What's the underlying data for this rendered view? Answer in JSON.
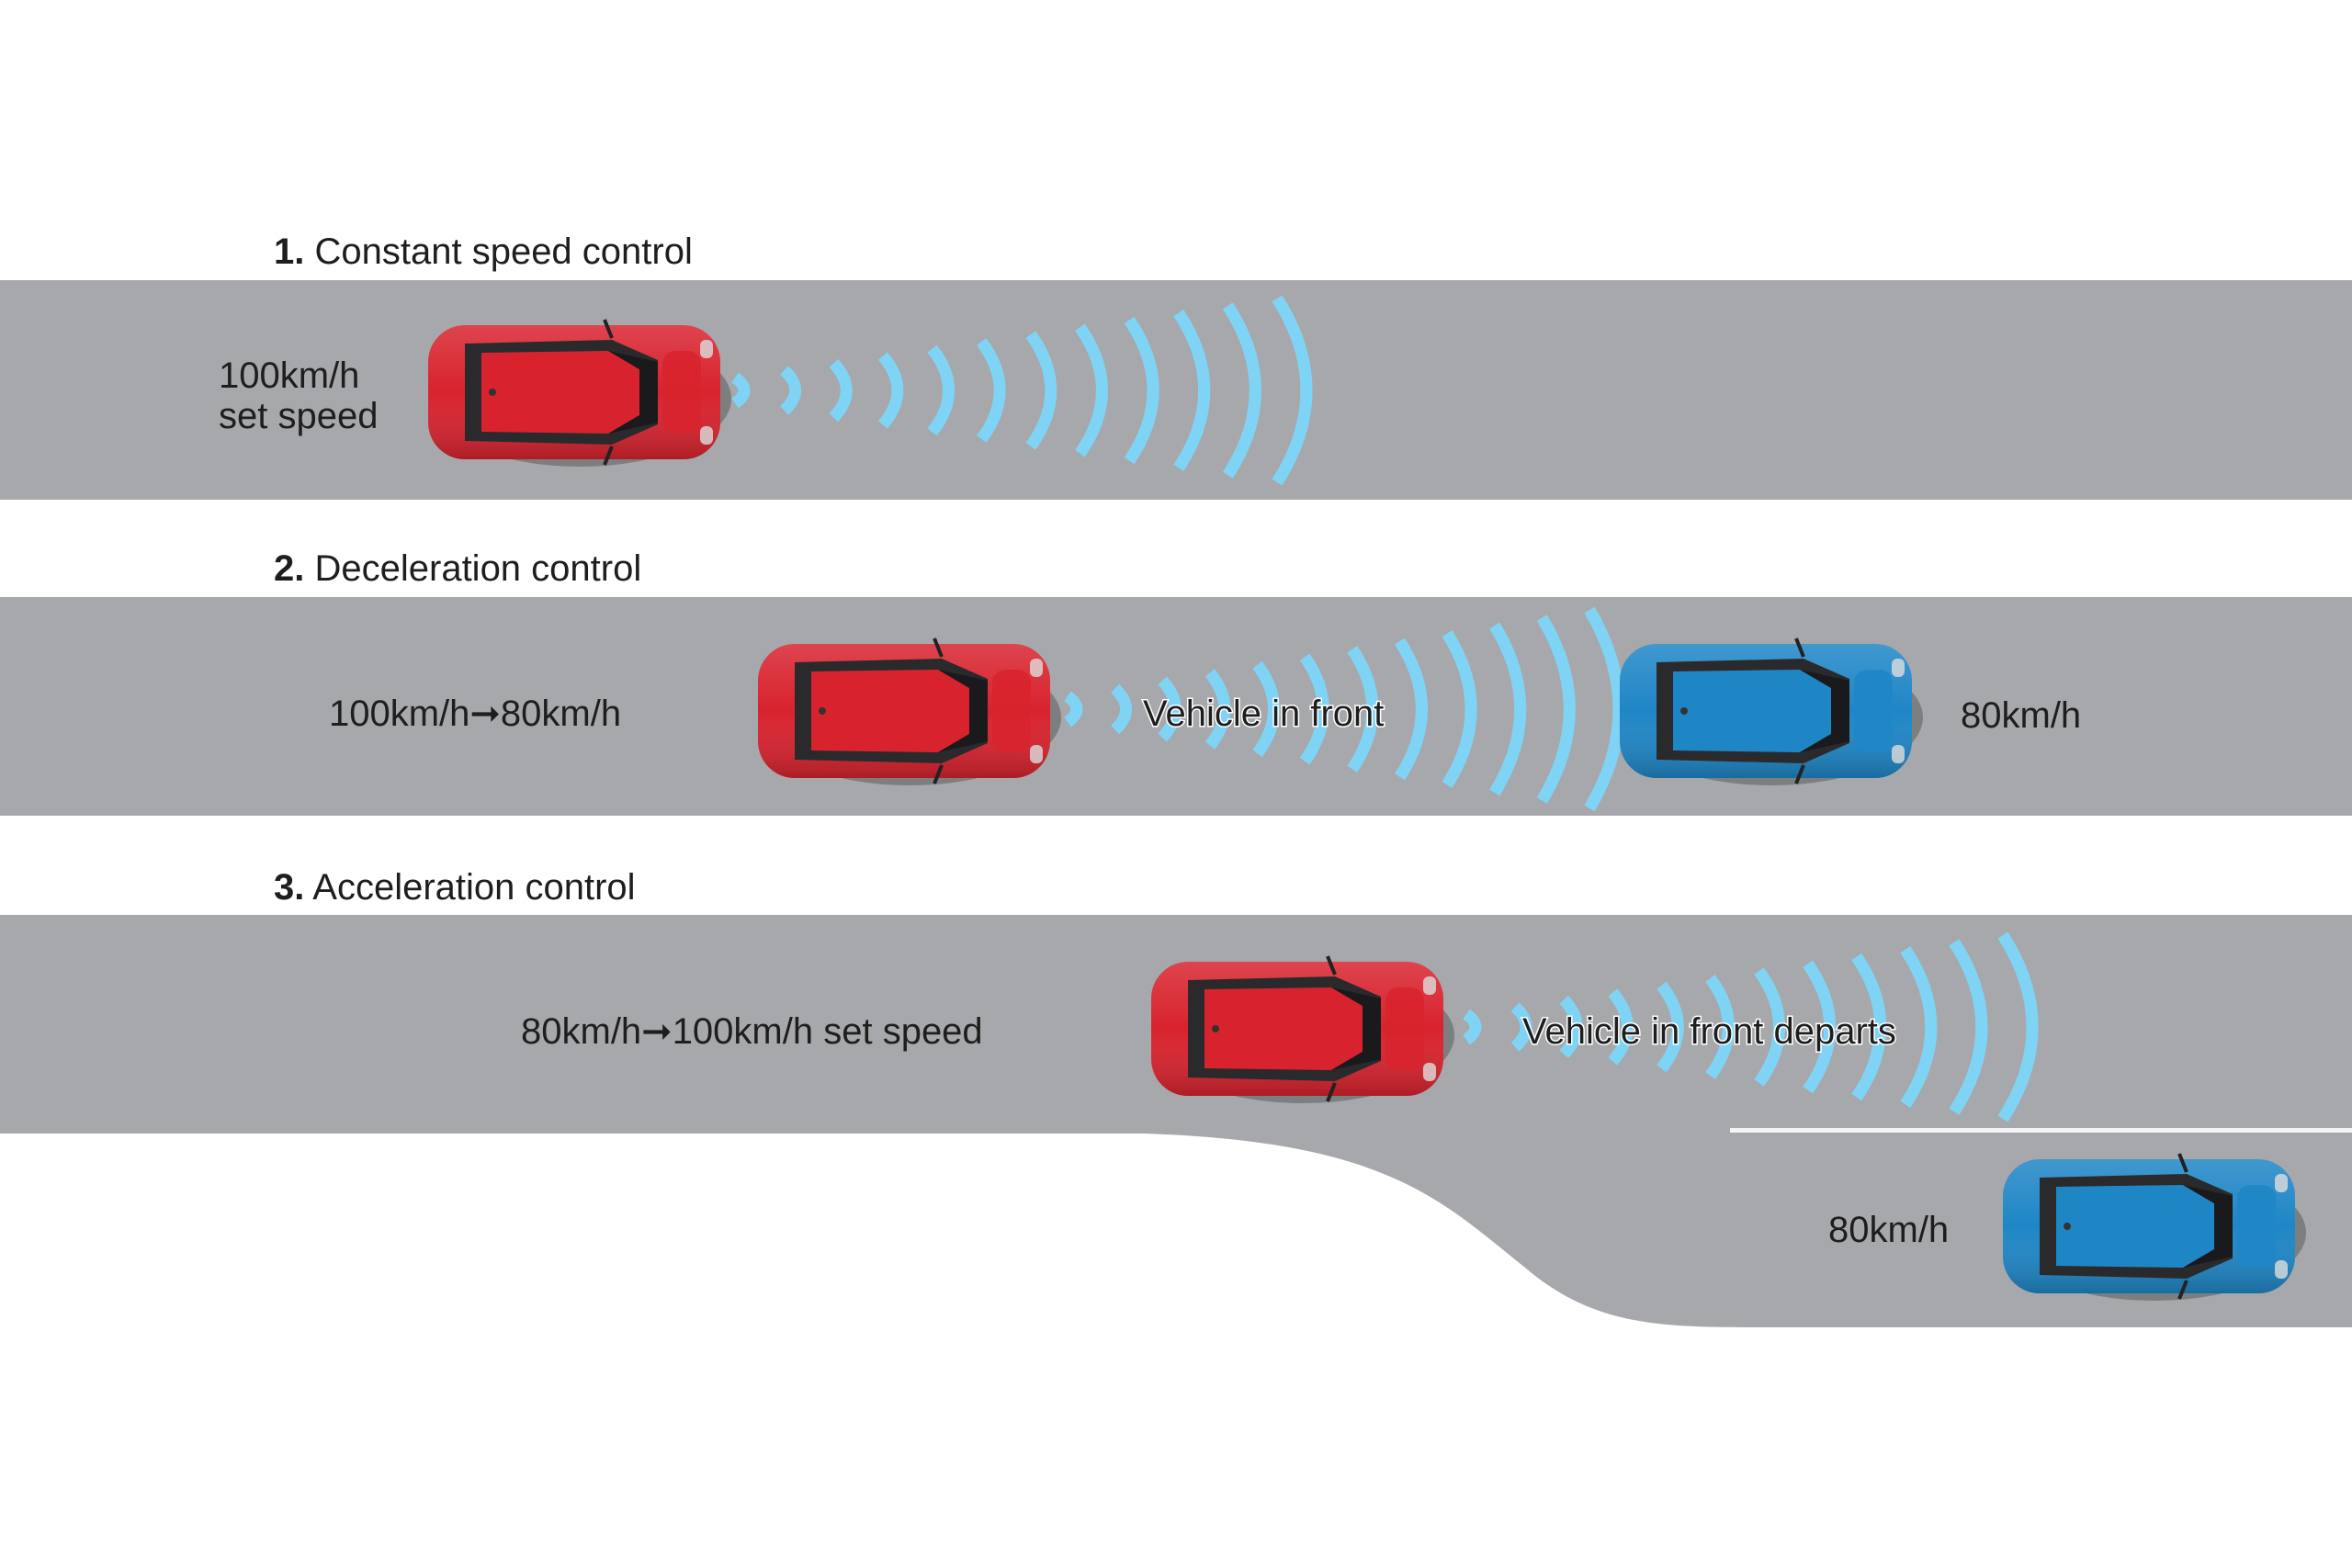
{
  "colors": {
    "road": "#a7a8ab",
    "wave": "#7fd4f5",
    "car_red": "#d8232e",
    "car_blue": "#1f86c6",
    "text": "#1e1e1e"
  },
  "sections": [
    {
      "number": "1.",
      "title": "Constant speed control",
      "speed_label_line1": "100km/h",
      "speed_label_line2": "set speed"
    },
    {
      "number": "2.",
      "title": "Deceleration control",
      "speed_label": "100km/h➞80km/h",
      "wave_label": "Vehicle in front",
      "front_vehicle_speed": "80km/h"
    },
    {
      "number": "3.",
      "title": "Acceleration control",
      "speed_label": "80km/h➞100km/h set speed",
      "wave_label": "Vehicle in front departs",
      "front_vehicle_speed": "80km/h"
    }
  ]
}
